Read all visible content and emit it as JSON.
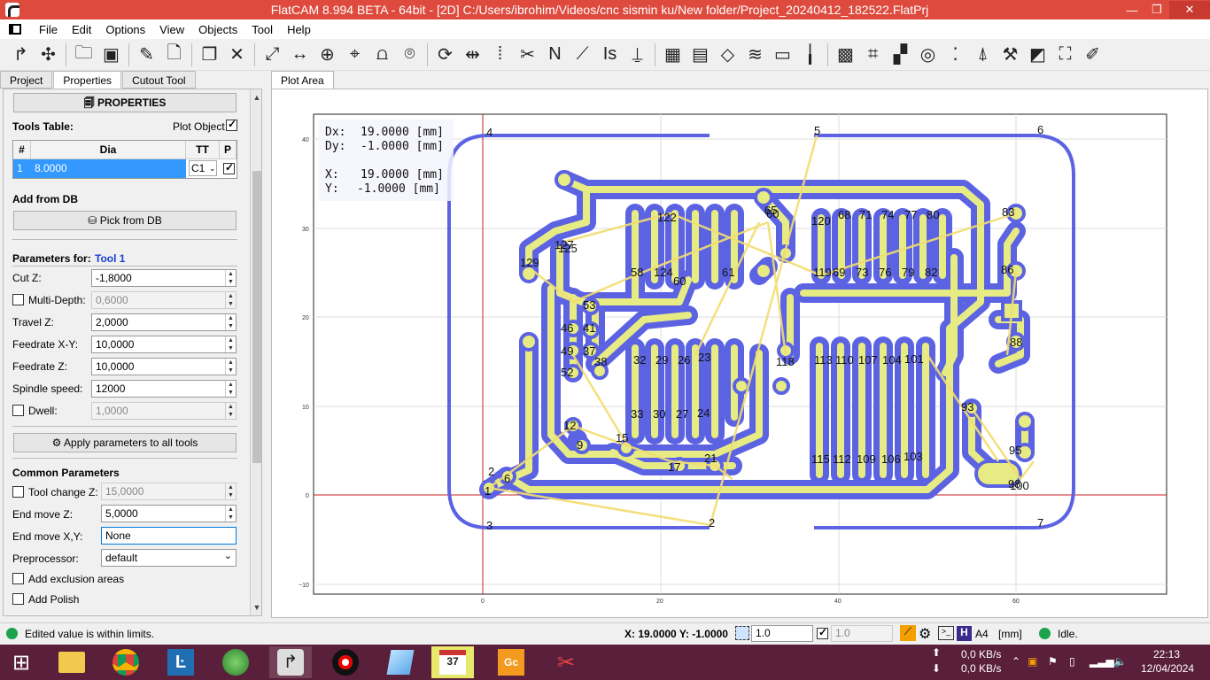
{
  "window": {
    "title": "FlatCAM 8.994 BETA - 64bit - [2D]     C:/Users/ibrohim/Videos/cnc sismin ku/New folder/Project_20240412_182522.FlatPrj"
  },
  "menu": [
    "File",
    "Edit",
    "Options",
    "View",
    "Objects",
    "Tool",
    "Help"
  ],
  "toolbar_icons": [
    "open-gerber-icon",
    "open-excellon-icon",
    "open-folder-icon",
    "save-icon",
    "edit-pencil-icon",
    "new-document-icon",
    "copy-document-icon",
    "delete-icon",
    "distance-icon",
    "distance-min-icon",
    "origin-icon",
    "locate-icon",
    "jump-to-icon",
    "set-origin-icon",
    "replot-icon",
    "flip-icon",
    "align-icon",
    "cutout-icon",
    "ncc-icon",
    "paint-icon",
    "isolation-icon",
    "solder-paste-icon",
    "panelize-icon",
    "film-icon",
    "pdf-icon",
    "calc-icon",
    "extract-icon",
    "transform-icon",
    "qrcode-icon",
    "copper-thieving-icon",
    "fiducials-icon",
    "calibration-icon",
    "punch-icon",
    "invert-icon",
    "corner-markers-icon",
    "etch-compensation-icon"
  ],
  "left_tabs": [
    "Project",
    "Properties",
    "Cutout Tool"
  ],
  "properties": {
    "header": "PROPERTIES",
    "tools_table_label": "Tools Table:",
    "plot_object_label": "Plot Object",
    "table_headers": [
      "#",
      "Dia",
      "TT",
      "P"
    ],
    "table_row": {
      "num": "1",
      "dia": "8.0000",
      "tt": "C1"
    },
    "add_from_db": "Add from DB",
    "pick_from_db": "Pick from DB",
    "params_for": "Parameters for:",
    "tool_name": "Tool 1",
    "cut_z_label": "Cut Z:",
    "cut_z": "-1,8000",
    "multi_depth_label": "Multi-Depth:",
    "multi_depth": "0,6000",
    "travel_z_label": "Travel Z:",
    "travel_z": "2,0000",
    "feed_xy_label": "Feedrate X-Y:",
    "feed_xy": "10,0000",
    "feed_z_label": "Feedrate Z:",
    "feed_z": "10,0000",
    "spindle_label": "Spindle speed:",
    "spindle": "12000",
    "dwell_label": "Dwell:",
    "dwell": "1,0000",
    "apply_all": "Apply parameters to all tools",
    "common_params": "Common Parameters",
    "toolchange_label": "Tool change Z:",
    "toolchange": "15,0000",
    "end_move_z_label": "End move Z:",
    "end_move_z": "5,0000",
    "end_move_xy_label": "End move X,Y:",
    "end_move_xy": "None",
    "preprocessor_label": "Preprocessor:",
    "preprocessor": "default",
    "exclusion_label": "Add exclusion areas",
    "polish_label": "Add Polish"
  },
  "plot": {
    "tab": "Plot Area",
    "readout": {
      "dx_label": "Dx:",
      "dx": "19.0000 [mm]",
      "dy_label": "Dy:",
      "dy": "-1.0000 [mm]",
      "x_label": "X:",
      "x": "19.0000 [mm]",
      "y_label": "Y:",
      "y": "-1.0000 [mm]"
    },
    "y_ticks": [
      "40",
      "30",
      "20",
      "10",
      "0",
      "−10"
    ],
    "x_ticks": [
      "0",
      "20",
      "40",
      "60"
    ],
    "corner_labels": [
      "4",
      "5",
      "6",
      "3",
      "2",
      "7",
      "1"
    ],
    "drill_labels": [
      "122",
      "65",
      "60",
      "120",
      "68",
      "71",
      "74",
      "77",
      "80",
      "83",
      "127",
      "125",
      "129",
      "58",
      "124",
      "60",
      "61",
      "119",
      "69",
      "73",
      "76",
      "79",
      "82",
      "86",
      "53",
      "46",
      "41",
      "37",
      "38",
      "88",
      "49",
      "32",
      "29",
      "26",
      "23",
      "118",
      "113",
      "110",
      "107",
      "104",
      "101",
      "52",
      "33",
      "30",
      "27",
      "24",
      "93",
      "12",
      "9",
      "15",
      "17",
      "21",
      "95",
      "2",
      "6",
      "115",
      "112",
      "109",
      "106",
      "103",
      "98",
      "100"
    ],
    "colors": {
      "copper": "#e7eb83",
      "isolation": "#5c63e3",
      "travel": "#f2dd70",
      "axis_x": "#cc2222",
      "axis_y": "#cc2222"
    }
  },
  "status": {
    "message": "Edited value is within limits.",
    "coords": "X: 19.0000   Y: -1.0000",
    "grid_x": "1.0",
    "grid_y": "1.0",
    "paper": "A4",
    "units": "[mm]",
    "state": "Idle."
  },
  "taskbar": {
    "apps": [
      "windows-start-icon",
      "file-explorer-icon",
      "chrome-icon",
      "app-l-icon",
      "globe-app-icon",
      "flatcam-icon",
      "record-icon",
      "notepad-icon",
      "calendar-app-icon",
      "gc-app-icon",
      "snipping-tool-icon"
    ],
    "net_up": "0,0 KB/s",
    "net_down": "0,0 KB/s",
    "time": "22:13",
    "date": "12/04/2024"
  }
}
